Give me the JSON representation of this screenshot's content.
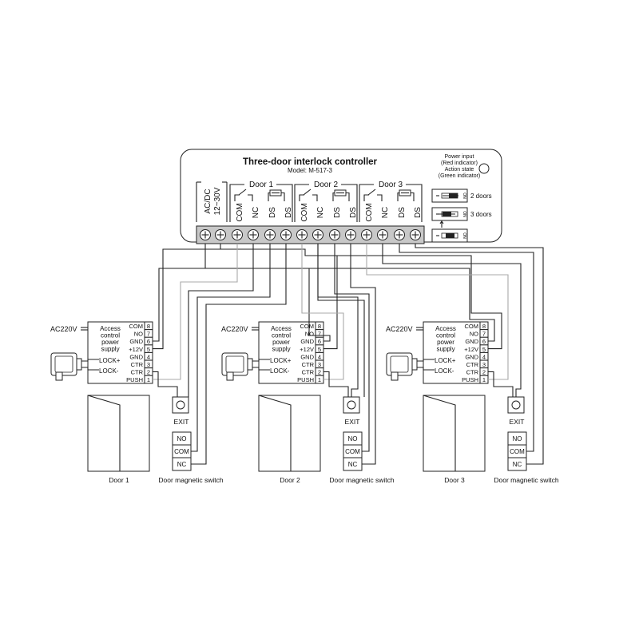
{
  "controller": {
    "title": "Three-door interlock controller",
    "model": "Model: M-517-3",
    "indicator_lines": [
      "Power input",
      "(Red indicator)",
      "Action state",
      "(Green indicator)"
    ],
    "power_label": "AC/DC",
    "voltage_label": "12~30V",
    "door_labels": [
      "Door 1",
      "Door 2",
      "Door 3"
    ],
    "terminal_labels": [
      "COM",
      "NC",
      "DS",
      "DS"
    ],
    "switch_options": [
      {
        "label": "2 doors",
        "on_text": "ON",
        "position": "left"
      },
      {
        "label": "3 doors",
        "on_text": "ON",
        "position": "right"
      },
      {
        "label": "",
        "on_text": "ON",
        "position": "neutral"
      }
    ]
  },
  "mains_label": "AC220V",
  "power_supply": {
    "description_lines": [
      "Access",
      "control",
      "power",
      "supply"
    ],
    "terminals": [
      {
        "name": "COM",
        "num": "8"
      },
      {
        "name": "NO",
        "num": "7"
      },
      {
        "name": "GND",
        "num": "6"
      },
      {
        "name": "+12V",
        "num": "5"
      },
      {
        "name": "GND",
        "num": "4"
      },
      {
        "name": "CTR",
        "num": "3"
      },
      {
        "name": "CTR",
        "num": "2"
      },
      {
        "name": "PUSH",
        "num": "1"
      }
    ],
    "lock_plus": "LOCK+",
    "lock_minus": "LOCK-"
  },
  "exit_label": "EXIT",
  "magnetic_switch": {
    "terminals": [
      "NO",
      "COM",
      "NC"
    ],
    "caption": "Door magnetic switch"
  },
  "door_captions": [
    "Door 1",
    "Door 2",
    "Door 3"
  ],
  "colors": {
    "line": "#222222",
    "control_wire": "#a8a8a8",
    "terminal_fill": "#c8c8c8"
  }
}
